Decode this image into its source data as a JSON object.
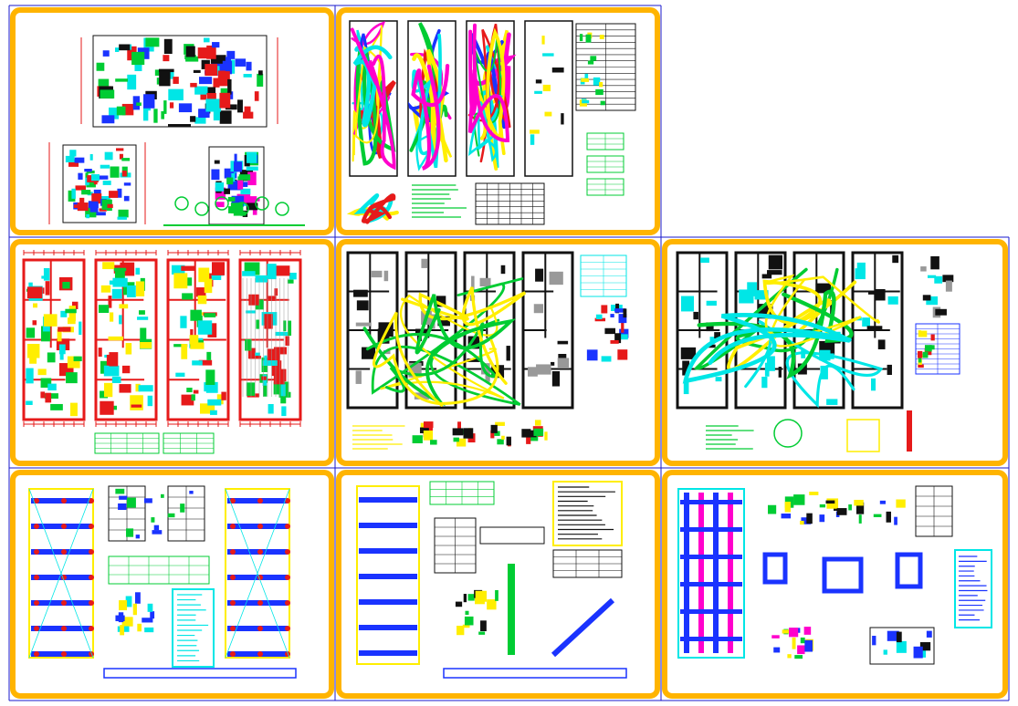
{
  "colors": {
    "background": "#ffffff",
    "grid_line": "#1a1acc",
    "frame": "#ffb400",
    "wall_cyan": "#00e6e6",
    "wall_red": "#e61a1a",
    "wall_blue": "#1a33ff",
    "accent_green": "#00cc33",
    "accent_yellow": "#ffee00",
    "accent_magenta": "#ff00cc",
    "line_black": "#111111",
    "line_grey": "#999999"
  },
  "sheets": [
    {
      "id": "elevations",
      "kind": "elevations-sections",
      "filled": true
    },
    {
      "id": "plumbing-riser",
      "kind": "sanitary-isometric",
      "filled": true
    },
    {
      "id": "empty",
      "kind": "none",
      "filled": false
    },
    {
      "id": "architecture-plans",
      "kind": "architectural-floor-plans",
      "filled": true
    },
    {
      "id": "water-plans",
      "kind": "water-supply-plans",
      "filled": true
    },
    {
      "id": "drainage-plans",
      "kind": "drainage-plans",
      "filled": true
    },
    {
      "id": "frame-plans-a",
      "kind": "structural-slab-plans",
      "filled": true
    },
    {
      "id": "frame-plans-b",
      "kind": "structural-slab-and-stair",
      "filled": true
    },
    {
      "id": "foundation",
      "kind": "foundation-details",
      "filled": true
    }
  ]
}
